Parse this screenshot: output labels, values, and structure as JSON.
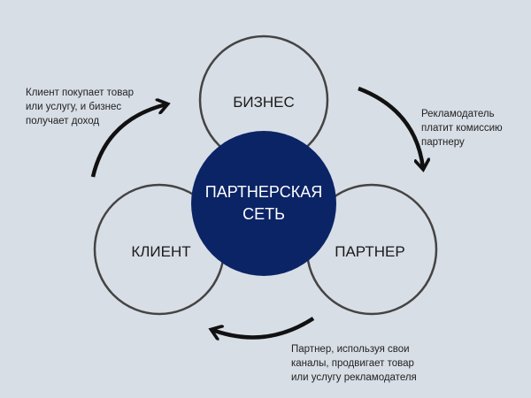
{
  "colors": {
    "background": "#d8dee6",
    "center": "#0b2466",
    "outline": "#444444",
    "arrow": "#111111"
  },
  "nodes": {
    "business": "БИЗНЕС",
    "client": "КЛИЕНТ",
    "partner": "ПАРТНЕР",
    "center": [
      "ПАРТНЕРСКАЯ",
      "СЕТЬ"
    ]
  },
  "notes": {
    "client_to_business": [
      "Клиент покупает товар",
      "или услугу, и бизнес",
      "получает доход"
    ],
    "business_to_partner": [
      "Рекламодатель",
      "платит комиссию",
      "партнеру"
    ],
    "partner_to_client": [
      "Партнер, используя свои",
      "каналы, продвигает товар",
      "или услугу рекламодателя"
    ]
  }
}
